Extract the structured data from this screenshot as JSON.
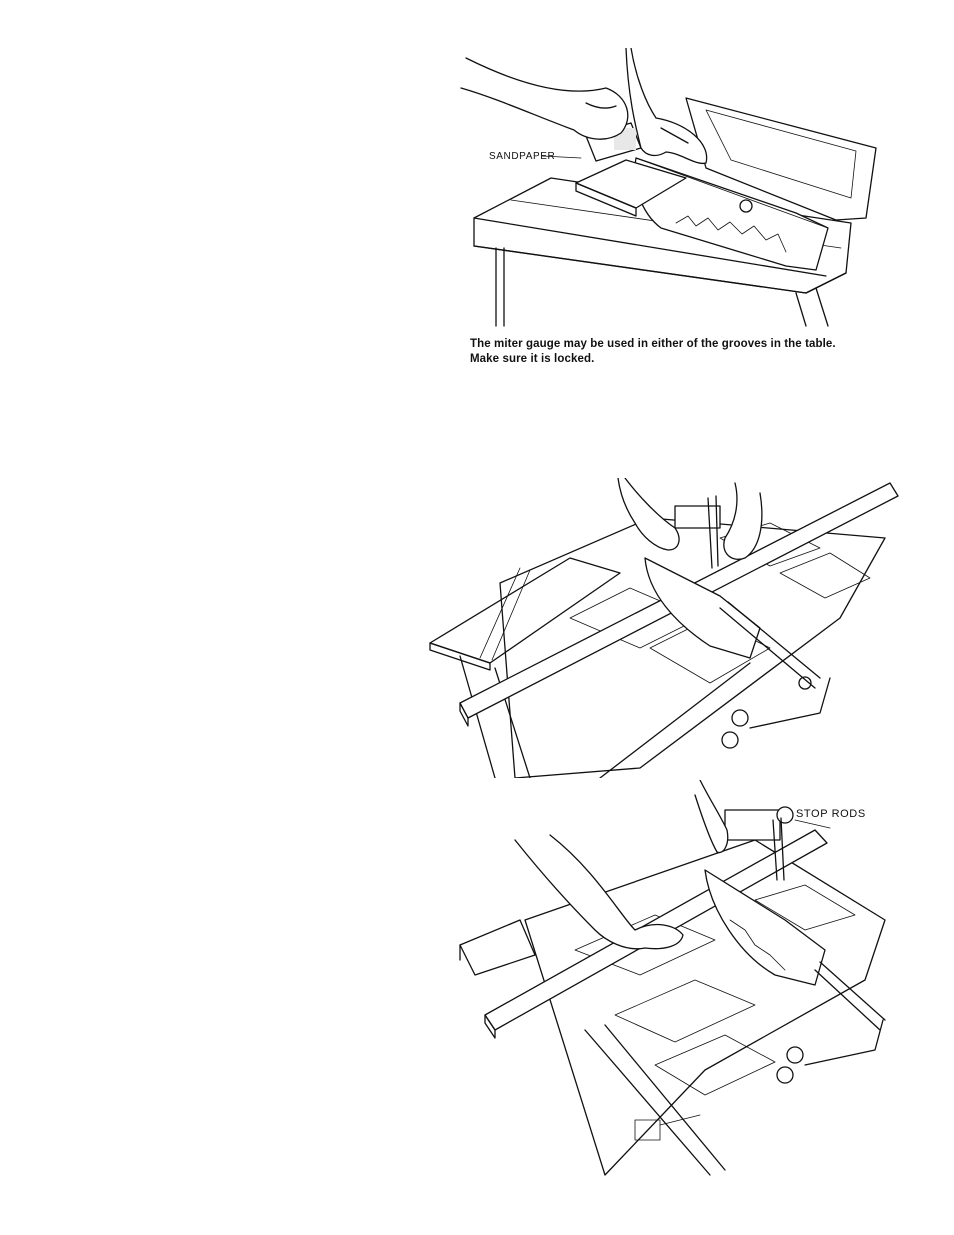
{
  "figures": [
    {
      "id": "figure-top",
      "callout_label": "SANDPAPER",
      "caption": "The miter gauge may be used in either of the grooves in the table. Make sure it is locked."
    },
    {
      "id": "figure-middle"
    },
    {
      "id": "figure-bottom",
      "callout_label": "STOP RODS"
    }
  ],
  "icons": [
    "table-saw-sanding-illustration",
    "miter-cut-illustration",
    "stop-rods-illustration"
  ]
}
